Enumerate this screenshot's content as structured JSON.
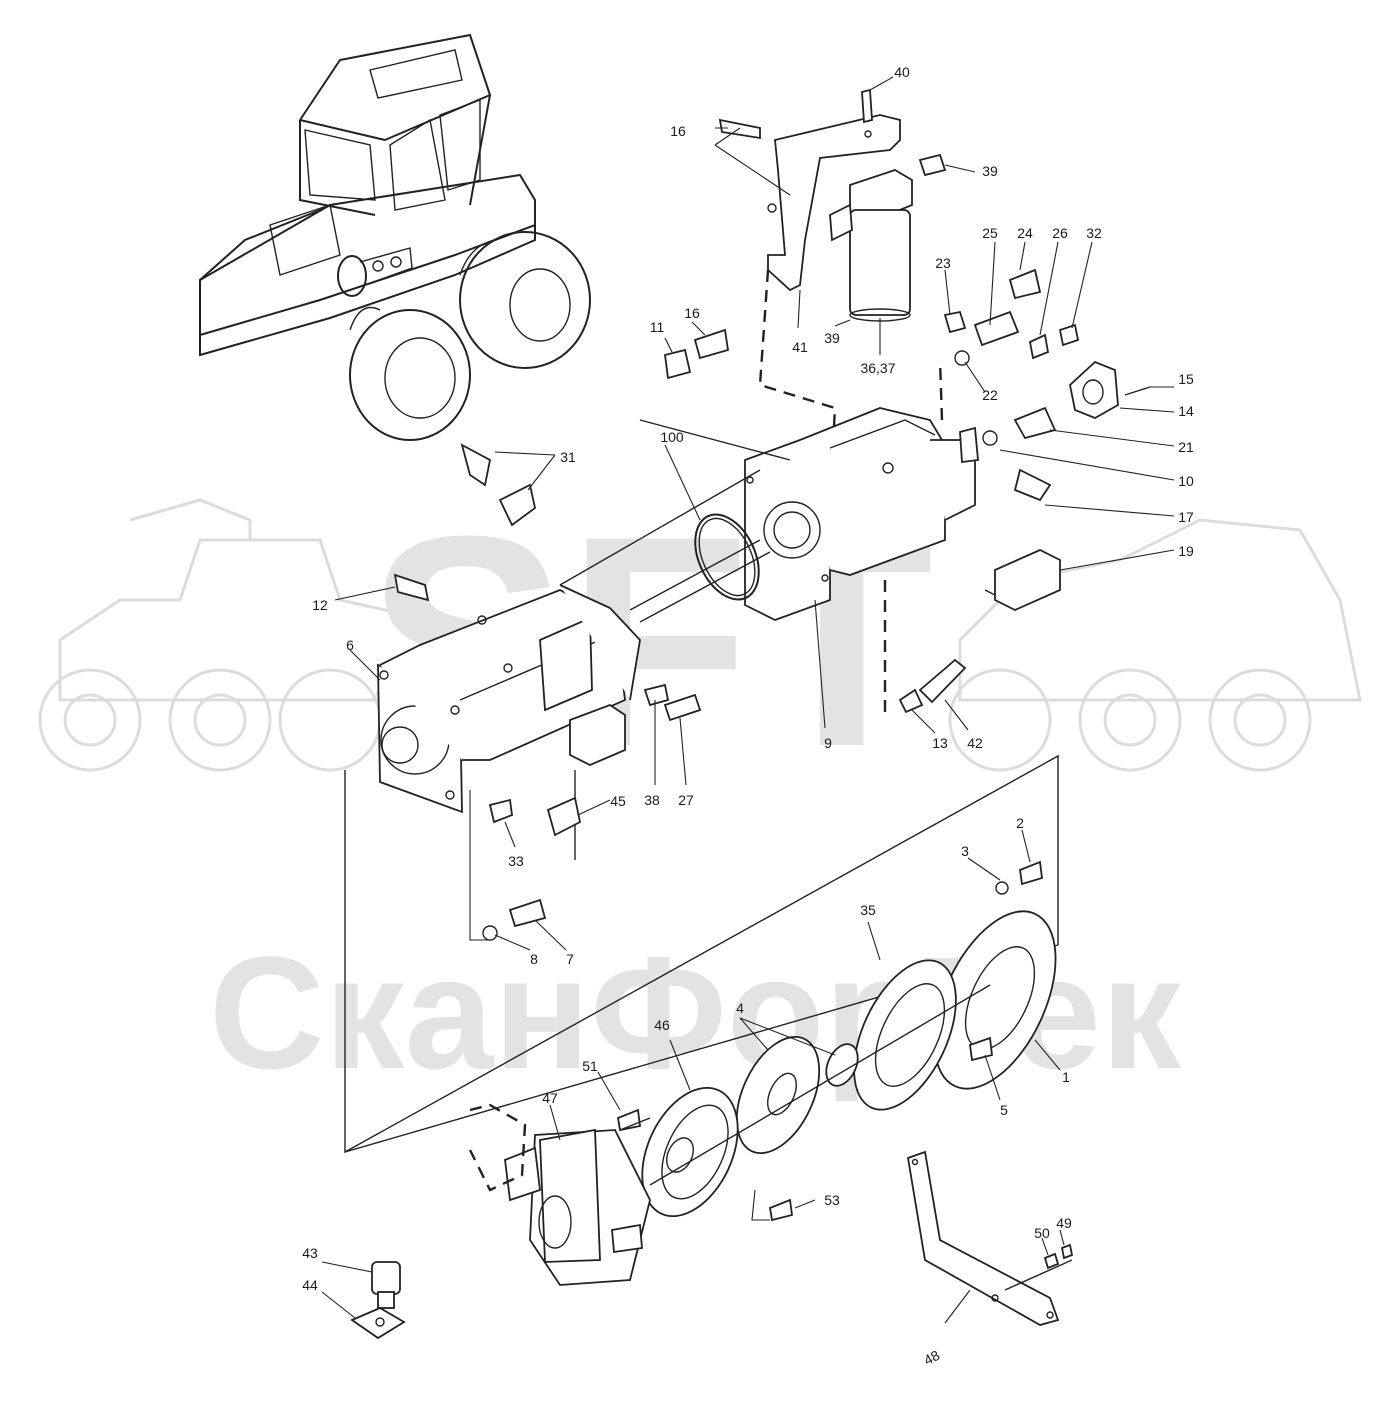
{
  "watermark": {
    "logo_text": "SFT",
    "company_text": "СканФорТек"
  },
  "callouts": [
    "40",
    "16",
    "39",
    "41",
    "39",
    "36,37",
    "23",
    "25",
    "24",
    "26",
    "32",
    "11",
    "16",
    "22",
    "15",
    "14",
    "21",
    "10",
    "17",
    "19",
    "100",
    "31",
    "12",
    "6",
    "9",
    "13",
    "42",
    "38",
    "27",
    "45",
    "33",
    "2",
    "3",
    "35",
    "8",
    "7",
    "4",
    "1",
    "5",
    "46",
    "51",
    "47",
    "53",
    "50",
    "49",
    "43",
    "44",
    "48"
  ]
}
